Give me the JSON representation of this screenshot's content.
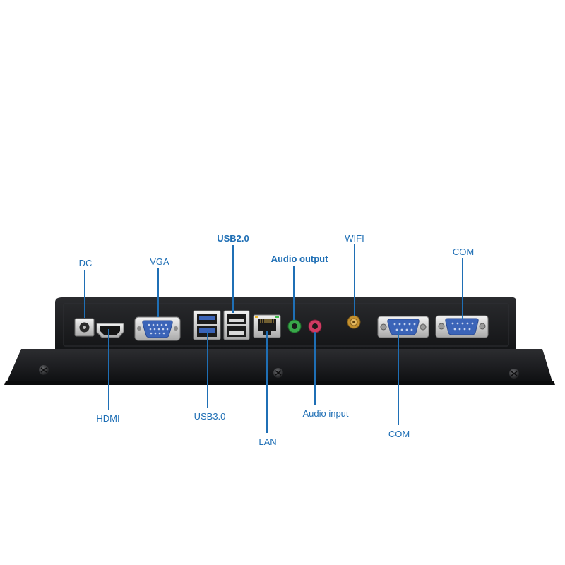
{
  "diagram": {
    "colors": {
      "label": "#1f6fb5",
      "chassis": "#1b1c1e",
      "port_blue": "#3b64b8",
      "audio_out_green": "#39a84a",
      "audio_in_pink": "#cf3b63",
      "wifi_gold": "#c4912f",
      "background": "#ffffff"
    },
    "labels": {
      "dc": "DC",
      "vga": "VGA",
      "usb20": "USB2.0",
      "audio_output": "Audio output",
      "wifi": "WIFI",
      "com_top": "COM",
      "hdmi": "HDMI",
      "usb30": "USB3.0",
      "lan": "LAN",
      "audio_input": "Audio input",
      "com_bottom": "COM"
    }
  }
}
